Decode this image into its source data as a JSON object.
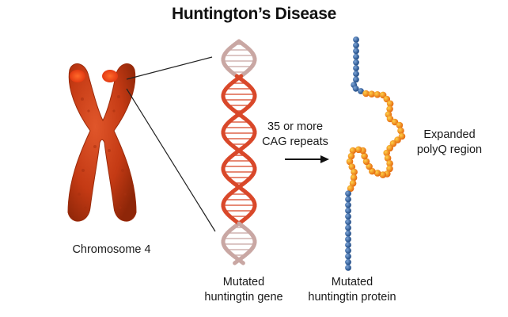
{
  "title": "Huntington’s Disease",
  "labels": {
    "chromosome": "Chromosome 4",
    "gene_line1": "Mutated",
    "gene_line2": "huntingtin gene",
    "protein_line1": "Mutated",
    "protein_line2": "huntingtin protein",
    "repeats_line1": "35 or more",
    "repeats_line2": "CAG repeats",
    "polyq_line1": "Expanded",
    "polyq_line2": "polyQ region"
  },
  "colors": {
    "chromosome": "#c43a14",
    "chromosome_highlight": "#ff4a1e",
    "dna_mutated": "#d9482a",
    "dna_normal": "#c9a7a3",
    "protein_normal": "#2d5d9c",
    "protein_expanded": "#f0a020",
    "arrow": "#111111"
  }
}
